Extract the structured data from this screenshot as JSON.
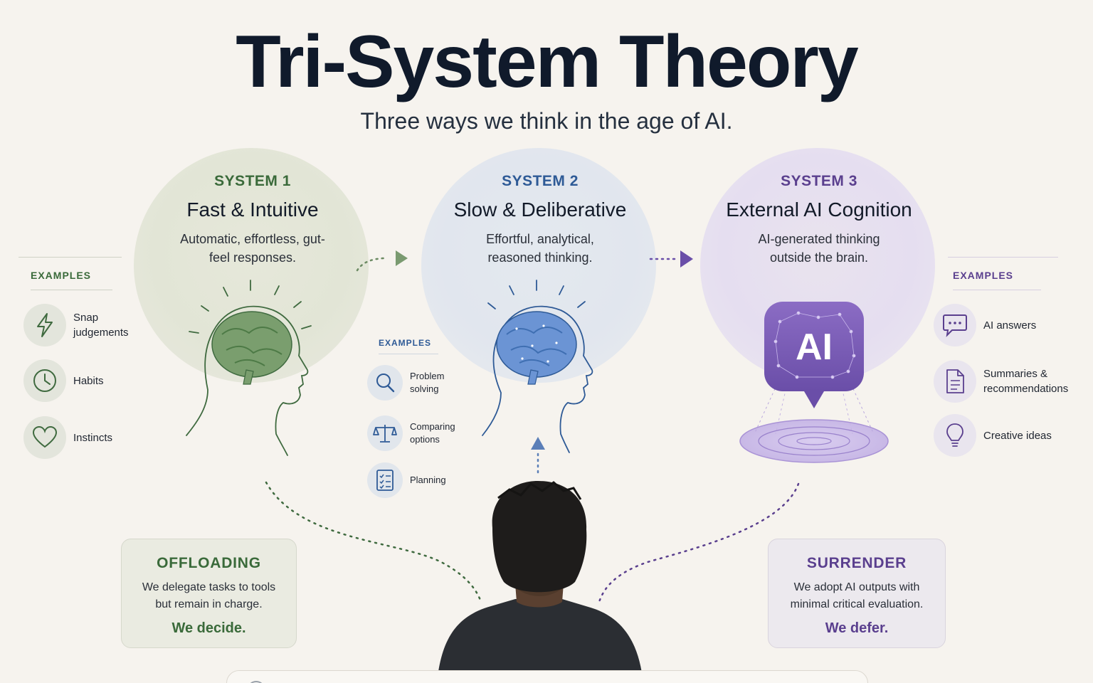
{
  "title": "Tri-System Theory",
  "subtitle": "Three ways we think in the age of AI.",
  "systems": [
    {
      "label": "SYSTEM 1",
      "name": "Fast & Intuitive",
      "description": "Automatic, effortless, gut-feel responses.",
      "color": "#3a6a3a"
    },
    {
      "label": "SYSTEM 2",
      "name": "Slow & Deliberative",
      "description": "Effortful, analytical, reasoned thinking.",
      "color": "#2e5a96"
    },
    {
      "label": "SYSTEM 3",
      "name": "External AI Cognition",
      "description": "AI-generated thinking outside the brain.",
      "color": "#5a3f8e"
    }
  ],
  "examples_heading": "EXAMPLES",
  "examples": {
    "system1": [
      {
        "label": "Snap judgements",
        "icon": "lightning-icon"
      },
      {
        "label": "Habits",
        "icon": "clock-icon"
      },
      {
        "label": "Instincts",
        "icon": "heart-icon"
      }
    ],
    "system2": [
      {
        "label": "Problem solving",
        "icon": "magnifier-icon"
      },
      {
        "label": "Comparing options",
        "icon": "scale-icon"
      },
      {
        "label": "Planning",
        "icon": "checklist-icon"
      }
    ],
    "system3": [
      {
        "label": "AI answers",
        "icon": "chat-bubble-icon"
      },
      {
        "label": "Summaries & recommendations",
        "icon": "document-icon"
      },
      {
        "label": "Creative ideas",
        "icon": "lightbulb-icon"
      }
    ]
  },
  "ai_badge": "AI",
  "offloading": {
    "title": "OFFLOADING",
    "description": "We delegate tasks to tools but remain in charge.",
    "tagline": "We decide."
  },
  "surrender": {
    "title": "SURRENDER",
    "description": "We adopt AI outputs with minimal critical evaluation.",
    "tagline": "We defer."
  }
}
